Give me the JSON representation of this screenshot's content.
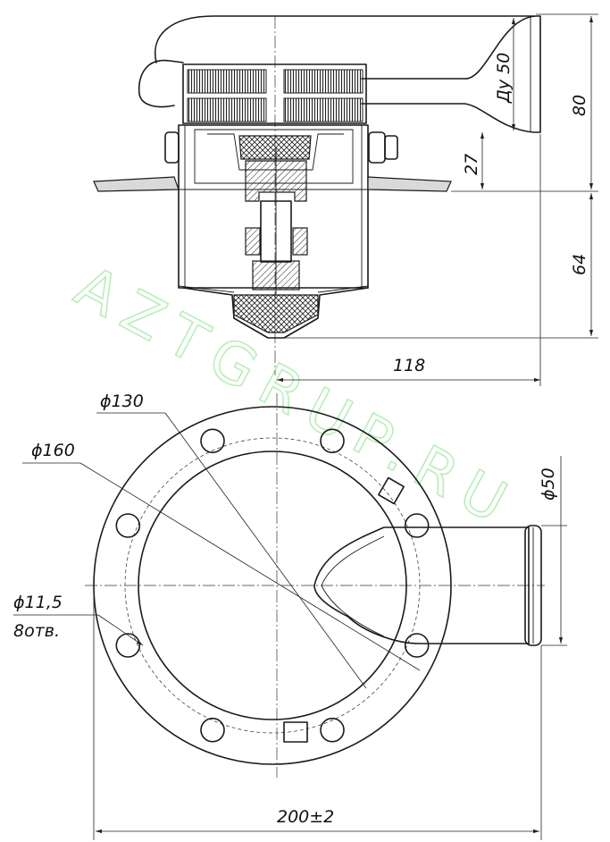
{
  "watermark": "AZTGRUP.RU",
  "side_view": {
    "dim_outlet_label": "Ду 50",
    "dim_total_height": "80",
    "dim_flange_to_outlet": "27",
    "dim_body_height": "64",
    "dim_radius_118": "118"
  },
  "plan_view": {
    "dim_d130": "ϕ130",
    "dim_d160": "ϕ160",
    "dim_hole_dia": "ϕ11,5",
    "dim_hole_count": "8отв.",
    "dim_outlet_d50": "ϕ50",
    "dim_overall_width": "200±2",
    "bolt_hole_count": 8
  }
}
